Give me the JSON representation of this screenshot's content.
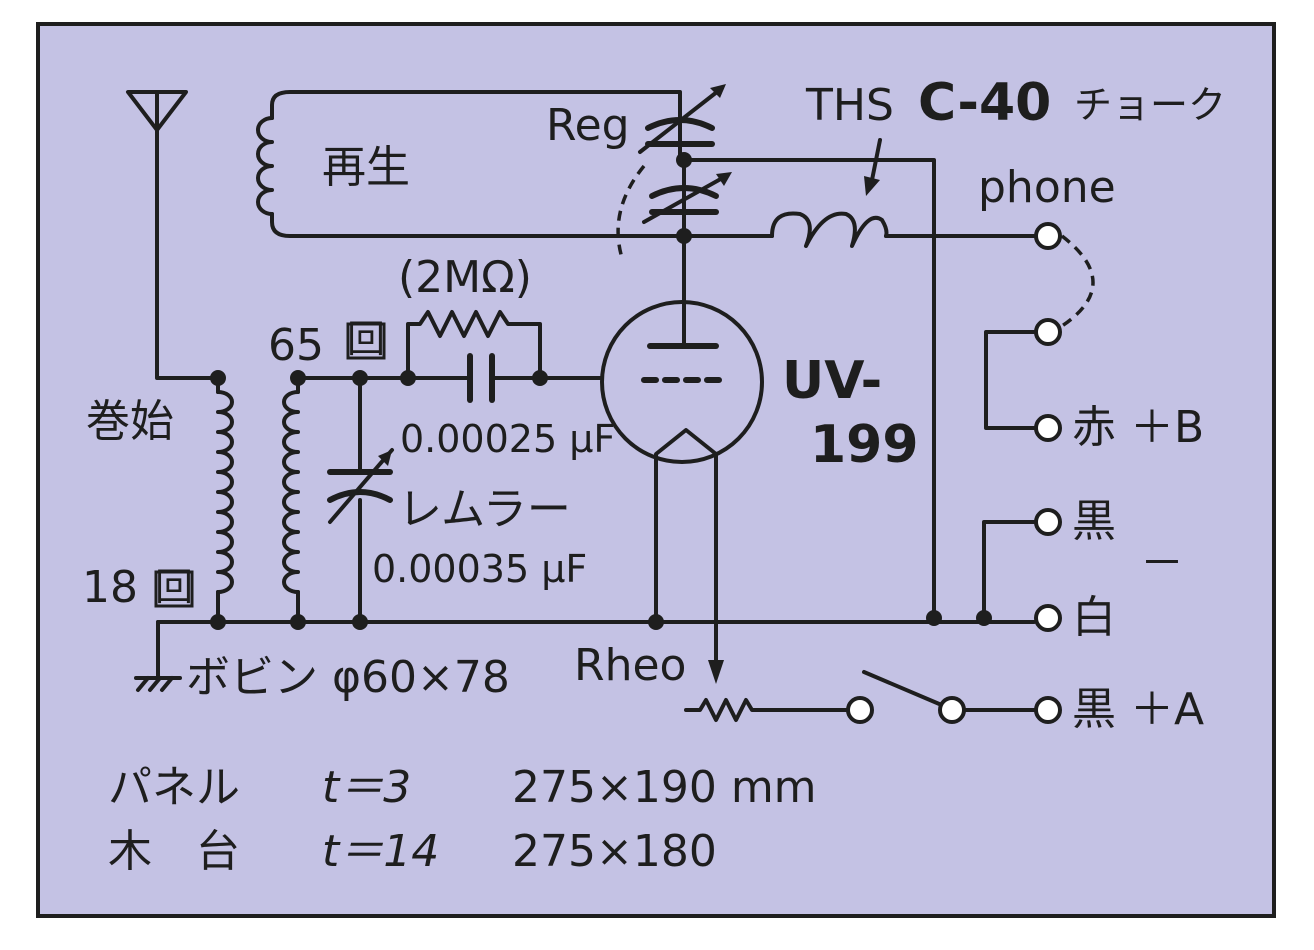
{
  "labels": {
    "regen": "再生",
    "reg": "Reg",
    "ths": "THS",
    "c40": "C-40",
    "choke": "チョーク",
    "phone": "phone",
    "resistor": "(2MΩ)",
    "turns65": "65",
    "turns18": "18",
    "turn_mark": "回",
    "winding_start": "巻始",
    "grid_cap": "0.00025 μF",
    "tuning_cap_name": "レムラー",
    "tuning_cap": "0.00035 μF",
    "tube_line1": "UV-",
    "tube_line2": "199",
    "bobbin": "ボビン φ60×78",
    "rheo": "Rheo",
    "terminal_red_b": "赤 ＋B",
    "terminal_black_minus": "黒",
    "terminal_white": "白",
    "minus_sign": "－",
    "terminal_black_a": "黒 ＋A"
  },
  "specs": [
    {
      "item": "パネル",
      "thickness": "t＝3",
      "size": "275×190 mm"
    },
    {
      "item": "木　台",
      "thickness": "t＝14",
      "size": "275×180"
    }
  ]
}
